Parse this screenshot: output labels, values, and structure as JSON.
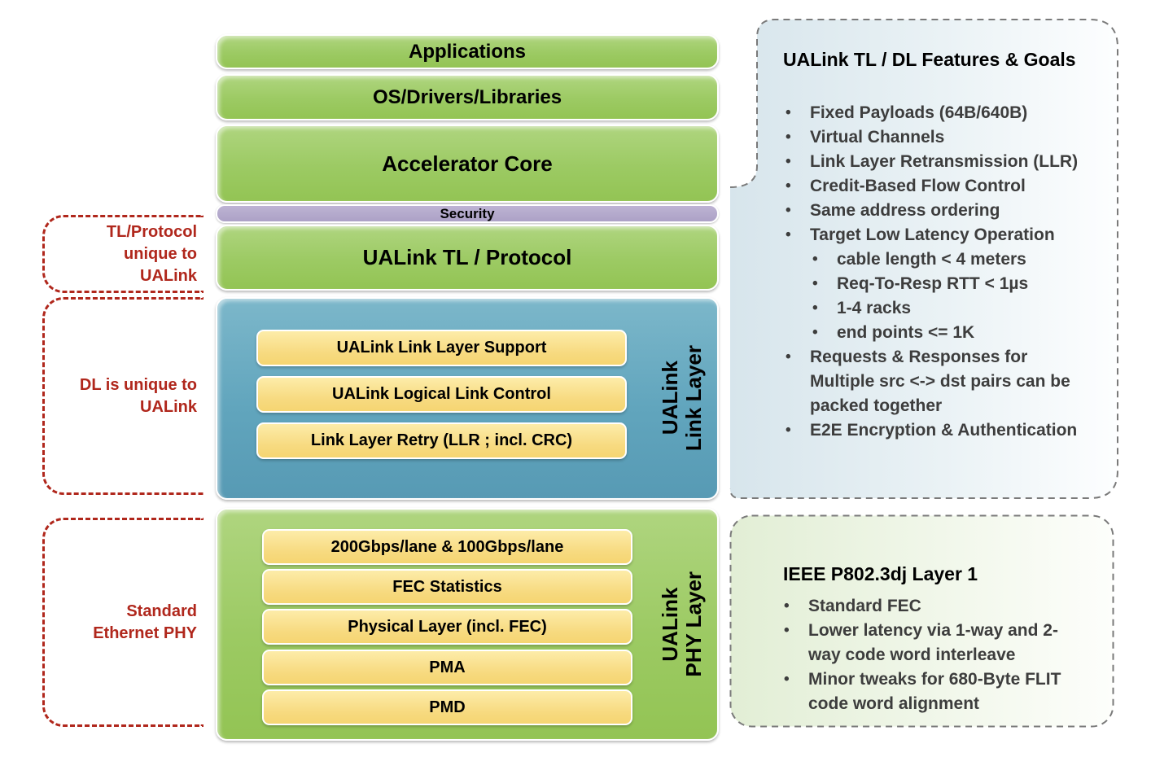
{
  "glyphs": {
    "bullet": "•"
  },
  "colors": {
    "box_green": "#9cca63",
    "box_blue": "#5fa2bb",
    "box_purple": "#aca1c6",
    "box_yellow": "#f7da80",
    "annotation_red": "#b0271c",
    "panel_blue_bg": "#d9e6ec",
    "panel_green_bg": "#e3efd6",
    "dash_gray": "#7a7a7a",
    "bullet_text": "#3d3d3d"
  },
  "left_annotations": [
    {
      "label": "TL/Protocol unique to UALink"
    },
    {
      "label": "DL is unique to UALink"
    },
    {
      "label": "Standard Ethernet PHY"
    }
  ],
  "stack": {
    "applications": "Applications",
    "os_drivers": "OS/Drivers/Libraries",
    "accelerator_core": "Accelerator Core",
    "security": "Security",
    "ualink_tl": "UALink TL / Protocol",
    "link_layer": {
      "vertical_label": "UALink\nLink Layer",
      "items": [
        "UALink Link Layer Support",
        "UALink Logical Link Control",
        "Link Layer Retry (LLR ; incl. CRC)"
      ]
    },
    "phy_layer": {
      "vertical_label": "UALink\nPHY Layer",
      "items": [
        "200Gbps/lane & 100Gbps/lane",
        "FEC Statistics",
        "Physical Layer (incl. FEC)",
        "PMA",
        "PMD"
      ]
    }
  },
  "features_panel": {
    "title": "UALink TL / DL Features & Goals",
    "bullets": [
      {
        "level": 1,
        "text": "Fixed Payloads (64B/640B)"
      },
      {
        "level": 1,
        "text": "Virtual Channels"
      },
      {
        "level": 1,
        "text": "Link Layer Retransmission (LLR)"
      },
      {
        "level": 1,
        "text": "Credit-Based Flow Control"
      },
      {
        "level": 1,
        "text": "Same address ordering"
      },
      {
        "level": 1,
        "text": "Target Low Latency Operation"
      },
      {
        "level": 2,
        "text": "cable length < 4 meters"
      },
      {
        "level": 2,
        "text": "Req-To-Resp RTT < 1µs"
      },
      {
        "level": 2,
        "text": "1-4 racks"
      },
      {
        "level": 2,
        "text": "end points <= 1K"
      },
      {
        "level": 1,
        "text": "Requests & Responses for\nMultiple src <-> dst pairs can be\npacked together"
      },
      {
        "level": 1,
        "text": "E2E Encryption & Authentication"
      }
    ]
  },
  "ieee_panel": {
    "title": "IEEE P802.3dj Layer 1",
    "bullets": [
      {
        "text": "Standard FEC"
      },
      {
        "text": "Lower latency via 1-way and 2-\nway code word interleave"
      },
      {
        "text": "Minor tweaks for 680-Byte FLIT\ncode word alignment"
      }
    ]
  }
}
